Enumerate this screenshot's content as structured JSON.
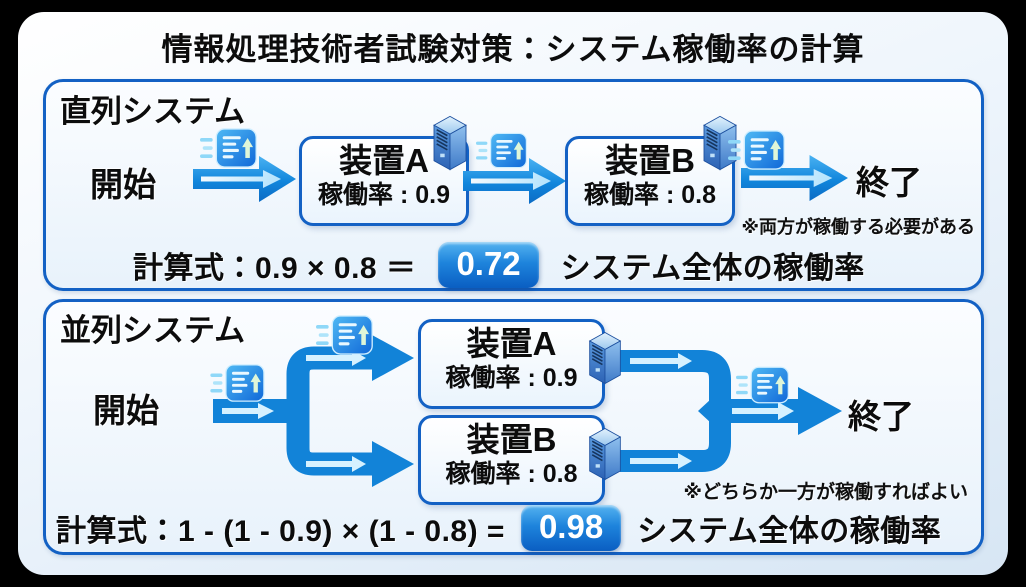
{
  "title": "情報処理技術者試験対策：システム稼働率の計算",
  "colors": {
    "arrow_blue": "#1283d8",
    "border_blue": "#1361c4",
    "badge_blue_top": "#55b3f0",
    "badge_blue_bottom": "#0a5ec2",
    "panel_background": "#eef5fc",
    "outer_background": "#000000"
  },
  "icons": {
    "flow_packet": "data-packet-icon",
    "device": "server-icon"
  },
  "series": {
    "heading": "直列システム",
    "start_label": "開始",
    "end_label": "終了",
    "devices": [
      {
        "name": "装置A",
        "rate": "稼働率 : 0.9"
      },
      {
        "name": "装置B",
        "rate": "稼働率 : 0.8"
      }
    ],
    "note": "※両方が稼働する必要がある",
    "formula": {
      "expression": "計算式：0.9 × 0.8 ＝",
      "result": "0.72",
      "suffix": "システム全体の稼働率"
    }
  },
  "parallel": {
    "heading": "並列システム",
    "start_label": "開始",
    "end_label": "終了",
    "devices": [
      {
        "name": "装置A",
        "rate": "稼働率 : 0.9"
      },
      {
        "name": "装置B",
        "rate": "稼働率 : 0.8"
      }
    ],
    "note": "※どちらか一方が稼働すればよい",
    "formula": {
      "expression": "計算式：1 - (1 - 0.9) × (1 - 0.8) =",
      "result": "0.98",
      "suffix": "システム全体の稼働率"
    }
  }
}
